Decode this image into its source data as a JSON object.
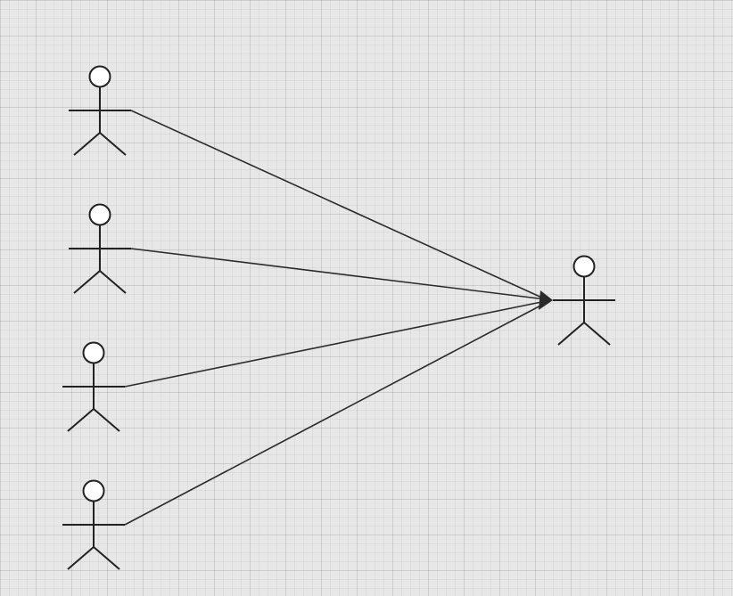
{
  "diagram": {
    "type": "use-case-actors",
    "actors": [
      {
        "id": "actor-1",
        "label": ""
      },
      {
        "id": "actor-2",
        "label": ""
      },
      {
        "id": "actor-3",
        "label": ""
      },
      {
        "id": "actor-4",
        "label": ""
      },
      {
        "id": "actor-target",
        "label": ""
      }
    ],
    "edges": [
      {
        "from": "actor-1",
        "to": "actor-target",
        "arrow": "filled"
      },
      {
        "from": "actor-2",
        "to": "actor-target",
        "arrow": "filled"
      },
      {
        "from": "actor-3",
        "to": "actor-target",
        "arrow": "filled"
      },
      {
        "from": "actor-4",
        "to": "actor-target",
        "arrow": "filled"
      }
    ],
    "colors": {
      "background": "#e7e7e7",
      "stroke": "#222222",
      "actor_head_fill": "#ffffff"
    }
  }
}
